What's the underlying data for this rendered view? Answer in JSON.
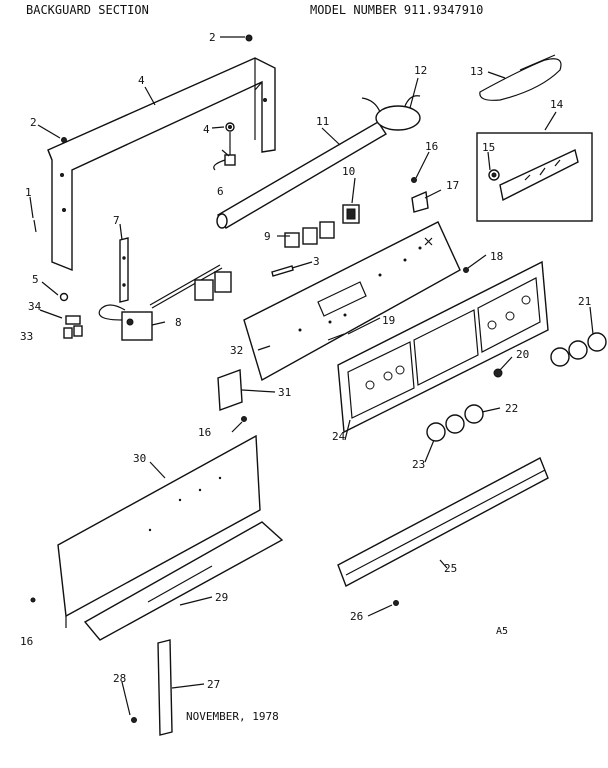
{
  "header": {
    "title": "BACKGUARD SECTION",
    "model": "MODEL NUMBER 911.9347910"
  },
  "footer": {
    "date": "NOVEMBER,  1978",
    "page": "A5"
  },
  "callouts": [
    "1",
    "2",
    "2",
    "3",
    "4",
    "4",
    "5",
    "6",
    "7",
    "8",
    "9",
    "10",
    "11",
    "12",
    "13",
    "14",
    "15",
    "16",
    "16",
    "16",
    "17",
    "18",
    "19",
    "20",
    "21",
    "22",
    "23",
    "24",
    "25",
    "26",
    "27",
    "28",
    "29",
    "30",
    "31",
    "32",
    "33",
    "34"
  ]
}
